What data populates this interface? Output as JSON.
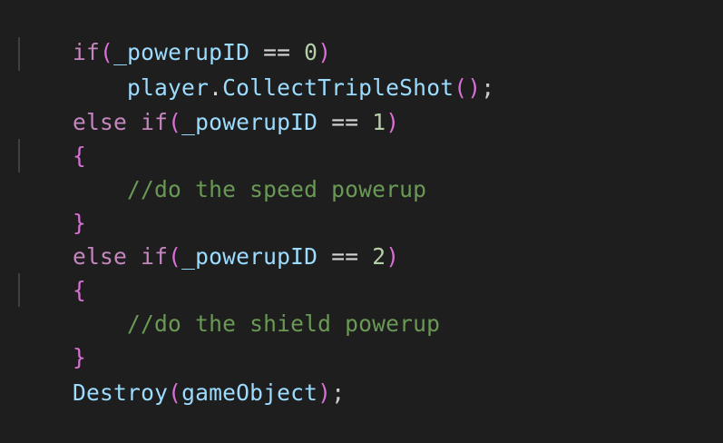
{
  "editor": {
    "theme": {
      "background": "#1e1e1e",
      "keyword": "#c586c0",
      "identifier": "#9cdcfe",
      "operator": "#d4d4d4",
      "number": "#b5cea8",
      "bracket": "#da70d6",
      "comment": "#6a9955",
      "indent_guide": "#404040"
    },
    "lines": [
      {
        "tokens": [
          "if",
          "(",
          "_powerupID",
          " == ",
          "0",
          ")"
        ]
      },
      {
        "tokens": [
          "player",
          ".",
          "CollectTripleShot",
          "(",
          ")",
          ";"
        ]
      },
      {
        "tokens": [
          "else",
          " ",
          "if",
          "(",
          "_powerupID",
          " == ",
          "1",
          ")"
        ]
      },
      {
        "tokens": [
          "{"
        ]
      },
      {
        "tokens": [
          "//do the speed powerup"
        ]
      },
      {
        "tokens": [
          "}"
        ]
      },
      {
        "tokens": [
          "else",
          " ",
          "if",
          "(",
          "_powerupID",
          " == ",
          "2",
          ")"
        ]
      },
      {
        "tokens": [
          "{"
        ]
      },
      {
        "tokens": [
          "//do the shield powerup"
        ]
      },
      {
        "tokens": [
          "}"
        ]
      },
      {
        "tokens": [
          "Destroy",
          "(",
          "gameObject",
          ")",
          ";"
        ]
      }
    ]
  }
}
